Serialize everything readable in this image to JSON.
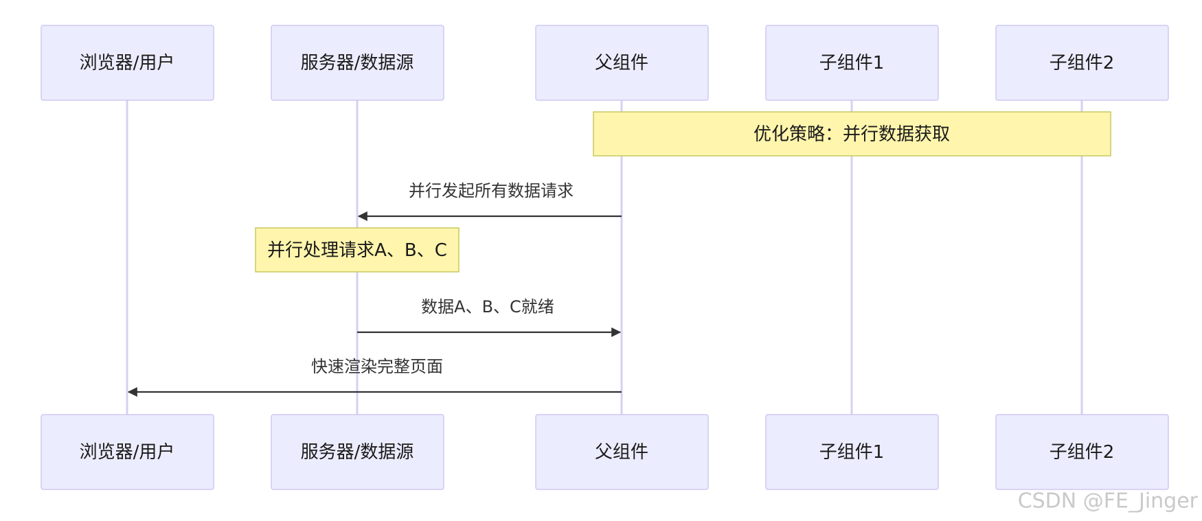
{
  "participants": [
    {
      "id": "browser",
      "label": "浏览器/用户"
    },
    {
      "id": "server",
      "label": "服务器/数据源"
    },
    {
      "id": "parent",
      "label": "父组件"
    },
    {
      "id": "child1",
      "label": "子组件1"
    },
    {
      "id": "child2",
      "label": "子组件2"
    }
  ],
  "notes": [
    {
      "id": "strategy",
      "text": "优化策略：并行数据获取"
    },
    {
      "id": "process",
      "text": "并行处理请求A、B、C"
    }
  ],
  "messages": [
    {
      "id": "fetch",
      "from": "parent",
      "to": "server",
      "text": "并行发起所有数据请求"
    },
    {
      "id": "ready",
      "from": "server",
      "to": "parent",
      "text": "数据A、B、C就绪"
    },
    {
      "id": "render",
      "from": "parent",
      "to": "browser",
      "text": "快速渲染完整页面"
    }
  ],
  "watermark": "CSDN @FE_Jinger",
  "colors": {
    "actor_fill": "#ececff",
    "actor_border": "#cdc9f2",
    "lifeline": "#d6d0f2",
    "note_fill": "#fff5ad",
    "note_border": "#c8c860",
    "message": "#333333"
  }
}
